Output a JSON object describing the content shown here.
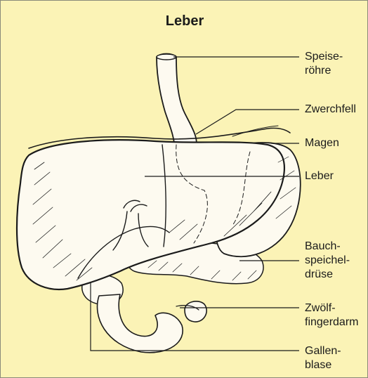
{
  "title": "Leber",
  "labels": [
    {
      "lines": [
        "Speise-",
        "röhre"
      ]
    },
    {
      "lines": [
        "Zwerchfell"
      ]
    },
    {
      "lines": [
        "Magen"
      ]
    },
    {
      "lines": [
        "Leber"
      ]
    },
    {
      "lines": [
        "Bauch-",
        "speichel-",
        "drüse"
      ]
    },
    {
      "lines": [
        "Zwölf-",
        "fingerdarm"
      ]
    },
    {
      "lines": [
        "Gallen-",
        "blase"
      ]
    }
  ],
  "colors": {
    "background": "#fbf3b6",
    "ink": "#1b1b1b",
    "organ_fill": "#fdfaf0"
  }
}
